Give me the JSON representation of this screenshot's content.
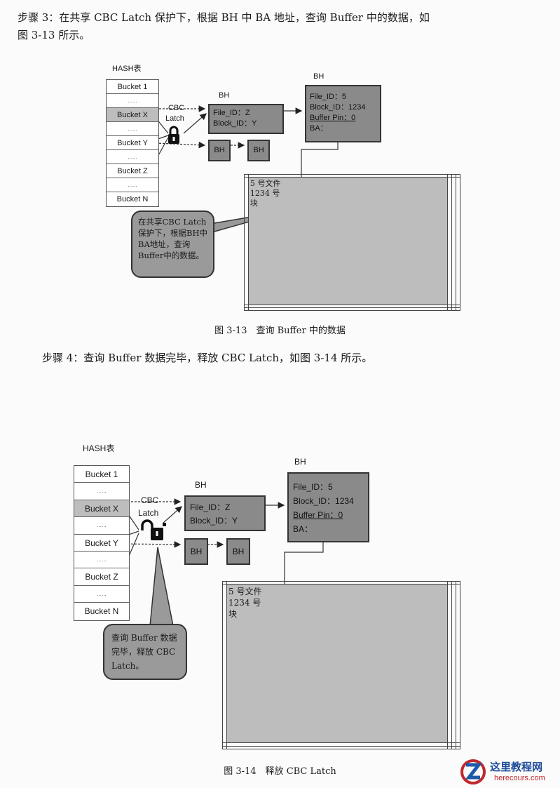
{
  "step3": {
    "line1": "步骤 3：在共享 CBC Latch 保护下，根据 BH 中 BA 地址，查询 Buffer 中的数据，如",
    "line2": "图 3-13 所示。"
  },
  "step4": "步骤 4：查询 Buffer 数据完毕，释放 CBC Latch，如图 3-14 所示。",
  "diagram": {
    "hash_title": "HASH表",
    "buckets": [
      "Bucket 1",
      "......",
      "Bucket X",
      "......",
      "Bucket Y",
      "......",
      "Bucket Z",
      "......",
      "Bucket N"
    ],
    "latch_line1": "CBC",
    "latch_line2": "Latch",
    "bh_label": "BH",
    "bh1": {
      "file": "File_ID：Z",
      "block": "Block_ID：Y"
    },
    "bh_small": [
      "BH",
      "BH"
    ],
    "bh2": {
      "file": "File_ID：5",
      "block": "Block_ID：1234",
      "pin": "Buffer Pin：0",
      "ba": "BA："
    },
    "cell_text": [
      "5 号文件",
      "1234 号",
      "块"
    ]
  },
  "fig13": {
    "callout": "在共享CBC Latch保护下，根据BH中BA地址，查询Buffer中的数据。",
    "caption": "图 3-13　查询 Buffer 中的数据"
  },
  "fig14": {
    "callout": "查询 Buffer 数据完毕，释放 CBC Latch。",
    "caption": "图 3-14　释放 CBC Latch"
  },
  "watermark": {
    "name": "这里教程网",
    "url": "herecours.com"
  }
}
